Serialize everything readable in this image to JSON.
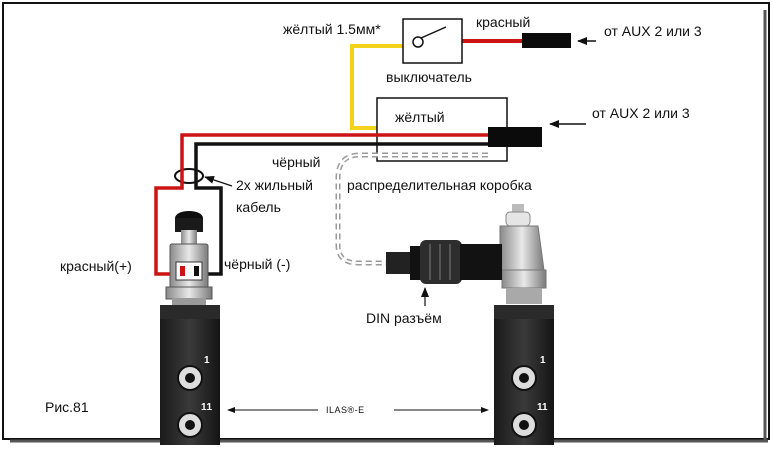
{
  "labels": {
    "yellow_wire_top": "жёлтый 1.5мм*",
    "red_wire_top": "красный",
    "from_aux_top": "от AUX 2 или 3",
    "switch": "выключатель",
    "yellow_box": "жёлтый",
    "from_aux_box": "от AUX 2 или 3",
    "black_wire": "чёрный",
    "cable_line1": "2х жильный",
    "cable_line2": "кабель",
    "junction_box": "распределительная коробка",
    "red_plus": "красный(+)",
    "black_minus": "чёрный (-)",
    "din_connector": "DIN разъём",
    "figure": "Рис.81",
    "left_port_1": "1",
    "left_port_11": "11",
    "right_port_1": "1",
    "right_port_11": "11",
    "ilas": "ILAS®-E"
  },
  "colors": {
    "red_wire": "#cc1414",
    "yellow_wire": "#f2d21b",
    "black_wire": "#111111",
    "gray_dashed": "#9a9a9a"
  }
}
